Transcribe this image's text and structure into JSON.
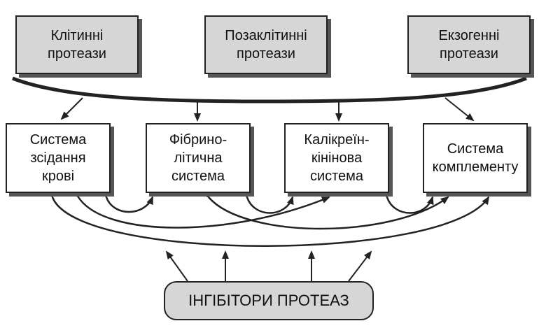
{
  "sources": [
    {
      "label": "Клітинні\nпротеази"
    },
    {
      "label": "Позаклітинні\nпротеази"
    },
    {
      "label": "Екзогенні\nпротеази"
    }
  ],
  "systems": [
    {
      "label": "Система\nзсідання\nкрові"
    },
    {
      "label": "Фібрино-\nлітична\nсистема"
    },
    {
      "label": "Калікреїн-\nкінінова\nсистема"
    },
    {
      "label": "Система\nкомплементу"
    }
  ],
  "inhibitors": {
    "label": "ІНГІБІТОРИ ПРОТЕАЗ"
  },
  "colors": {
    "box_fill": "#d6d6d6",
    "stroke": "#222222"
  }
}
